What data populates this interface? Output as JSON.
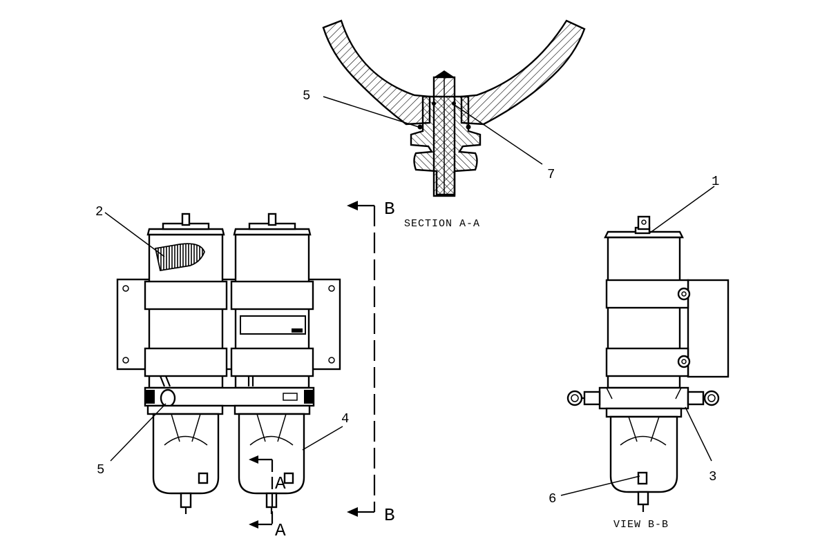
{
  "section": {
    "caption": "SECTION A-A",
    "callouts": [
      "5",
      "7"
    ]
  },
  "front_view": {
    "callouts": [
      "2",
      "5",
      "4"
    ],
    "section_marker": "A",
    "view_marker": "B"
  },
  "side_view": {
    "caption": "VIEW B-B",
    "callouts": [
      "1",
      "3",
      "6"
    ]
  }
}
